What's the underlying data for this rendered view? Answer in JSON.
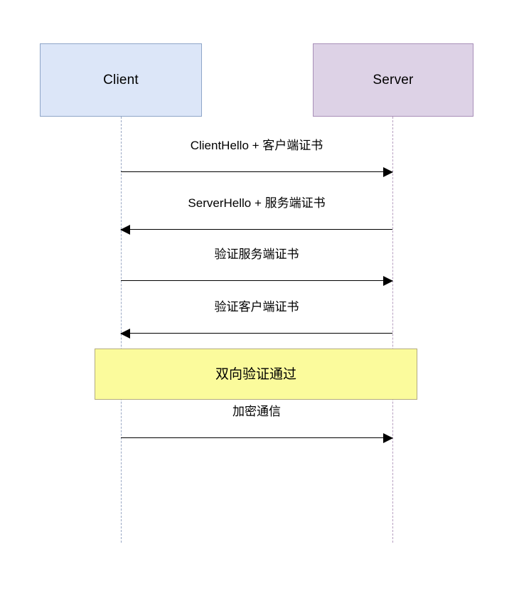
{
  "diagram": {
    "type": "sequence-diagram",
    "background_color": "#ffffff",
    "participants": [
      {
        "id": "client",
        "label": "Client",
        "fill_color": "#dce6f8",
        "border_color": "#8ea5c8",
        "lifeline_color": "#9aa8c4"
      },
      {
        "id": "server",
        "label": "Server",
        "fill_color": "#ddd2e6",
        "border_color": "#a88fb8",
        "lifeline_color": "#b79fc0"
      }
    ],
    "messages": [
      {
        "label": "ClientHello + 客户端证书",
        "from": "client",
        "to": "server",
        "direction": "right"
      },
      {
        "label": "ServerHello + 服务端证书",
        "from": "server",
        "to": "client",
        "direction": "left"
      },
      {
        "label": "验证服务端证书",
        "from": "client",
        "to": "server",
        "direction": "right"
      },
      {
        "label": "验证客户端证书",
        "from": "server",
        "to": "client",
        "direction": "left"
      },
      {
        "label": "加密通信",
        "from": "client",
        "to": "server",
        "direction": "right"
      }
    ],
    "notes": [
      {
        "label": "双向验证通过",
        "fill_color": "#fbfb9c",
        "border_color": "#b3ab7e",
        "span": "client-to-server"
      }
    ]
  }
}
